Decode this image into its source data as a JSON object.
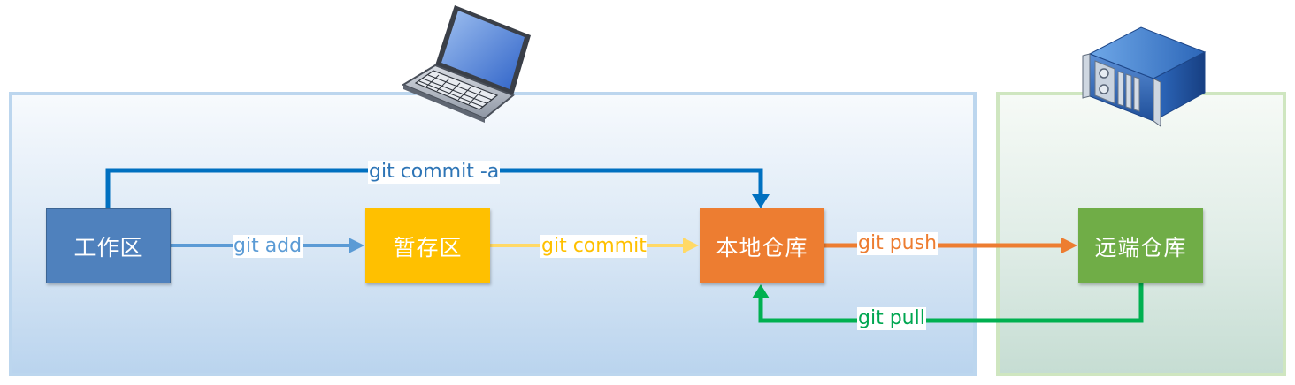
{
  "colors": {
    "workspace": "#4f81bd",
    "staging": "#ffc000",
    "local_repo": "#ed7d31",
    "remote_repo": "#70ad47",
    "commit_a_arrow": "#0070c0",
    "add_arrow": "#5b9bd5",
    "commit_arrow": "#ffd966",
    "push_arrow": "#ed7d31",
    "pull_arrow": "#00b050",
    "local_region_border": "#bcd6ee",
    "remote_region_border": "#cfe6c0"
  },
  "icons": {
    "local": "laptop-icon",
    "remote": "server-icon"
  },
  "nodes": {
    "workspace": "工作区",
    "staging": "暂存区",
    "local_repo": "本地仓库",
    "remote_repo": "远端仓库"
  },
  "edges": {
    "commit_a": "git commit -a",
    "add": "git add",
    "commit": "git commit",
    "push": "git push",
    "pull": "git pull"
  }
}
